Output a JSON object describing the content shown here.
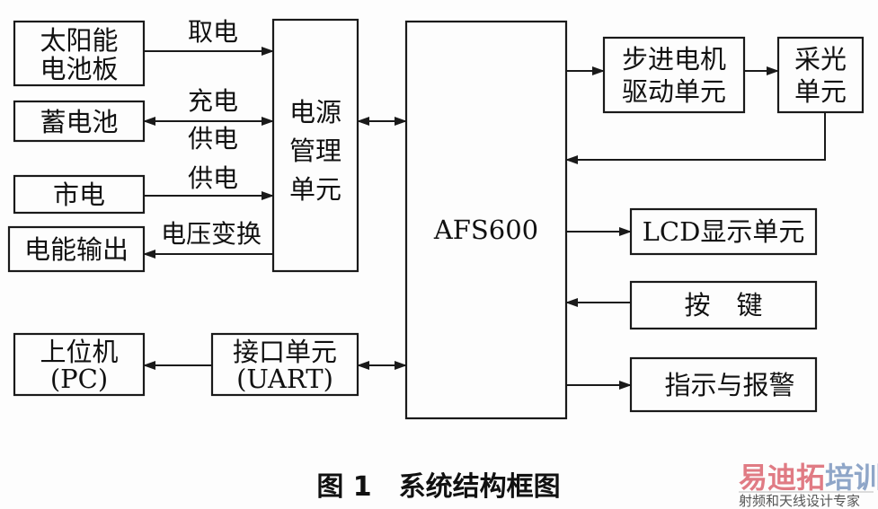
{
  "blocks": {
    "solar_panel": [
      "太阳能",
      "电池板"
    ],
    "battery": "蓄电池",
    "mains": "市电",
    "power_output": "电能输出",
    "power_mgmt": [
      "电源",
      "管理",
      "单元"
    ],
    "mcu": "AFS600",
    "stepper_driver": [
      "步进电机",
      "驱动单元"
    ],
    "light_sensor": [
      "采光",
      "单元"
    ],
    "lcd": "LCD显示单元",
    "keys": "按　键",
    "alarm": "指示与报警",
    "host_pc": [
      "上位机",
      "(PC)"
    ],
    "interface": [
      "接口单元",
      "(UART)"
    ]
  },
  "edge_labels": {
    "take_power": "取电",
    "charge": "充电",
    "supply1": "供电",
    "supply2": "供电",
    "voltage_convert": "电压变换"
  },
  "caption": "图 1　系统结构框图",
  "watermark": {
    "brand_red": "易迪拓",
    "brand_blue": "培训",
    "slogan": "射频和天线设计专家"
  },
  "colors": {
    "red": "#e07b84",
    "blue": "#8fa6c8"
  }
}
